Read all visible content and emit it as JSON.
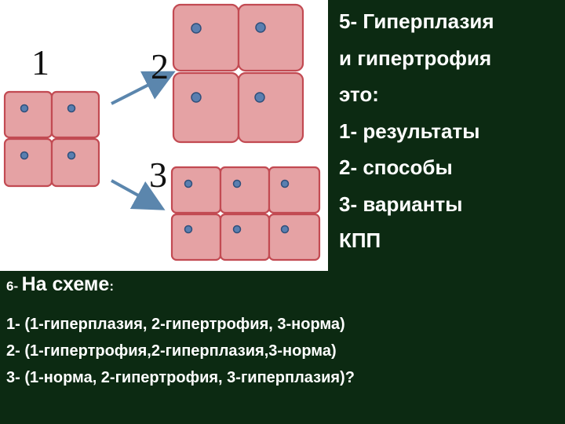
{
  "diagram": {
    "label_1": "1",
    "label_2": "2",
    "label_3": "3"
  },
  "question": {
    "lines": [
      "5- Гиперплазия",
      "и гипертрофия",
      "это:",
      "1- результаты",
      "2- способы",
      "3- варианты",
      "КПП"
    ]
  },
  "subquestion": {
    "number": "6-",
    "text": "На схеме",
    "colon": ":"
  },
  "answers": [
    "1- (1-гиперплазия, 2-гипертрофия, 3-норма)",
    "2- (1-гипертрофия,2-гиперплазия,3-норма)",
    "3- (1-норма, 2-гипертрофия, 3-гиперплазия)?"
  ],
  "colors": {
    "background": "#0c2a12",
    "cell_fill": "#e5a2a4",
    "cell_border": "#c24a52",
    "nucleus": "#5a7fb0",
    "arrow": "#5b86ad"
  }
}
